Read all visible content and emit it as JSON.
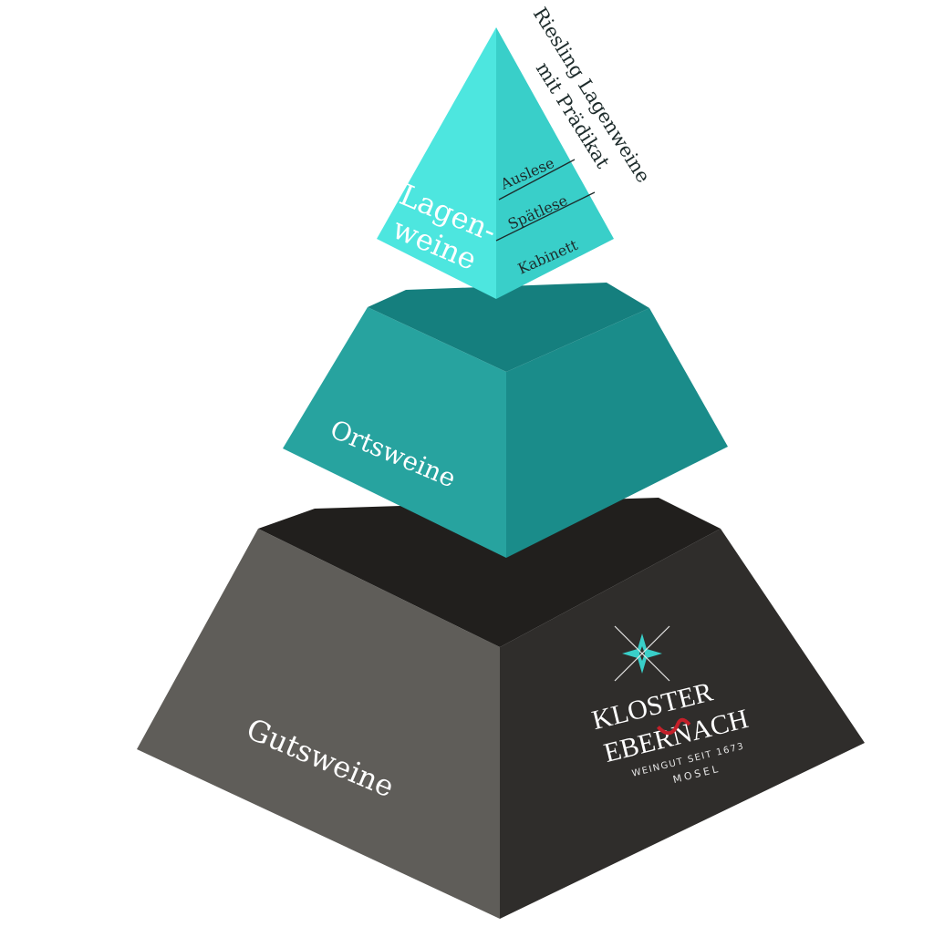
{
  "diagram": {
    "tiers": {
      "top": {
        "label_line1": "Lagen-",
        "label_line2": "weine",
        "sub_levels": [
          "Auslese",
          "Spätlese",
          "Kabinett"
        ],
        "side_caption_line1": "Riesling Lagenweine",
        "side_caption_line2": "mit Prädikat"
      },
      "middle": {
        "label": "Ortsweine"
      },
      "bottom": {
        "label": "Gutsweine"
      }
    },
    "logo": {
      "line1": "KLOSTER",
      "line2": "EBERNACH",
      "tagline": "WEINGUT SEIT 1673",
      "region": "MOSEL"
    },
    "colors": {
      "top_left": "#4de6df",
      "top_right": "#39cfc9",
      "middle_top": "#157f7e",
      "middle_left": "#27a39f",
      "middle_right": "#1a8c8a",
      "bottom_top": "#211f1d",
      "bottom_left": "#5f5d59",
      "bottom_right": "#2f2d2b",
      "logo_accent": "#c4202a"
    }
  }
}
